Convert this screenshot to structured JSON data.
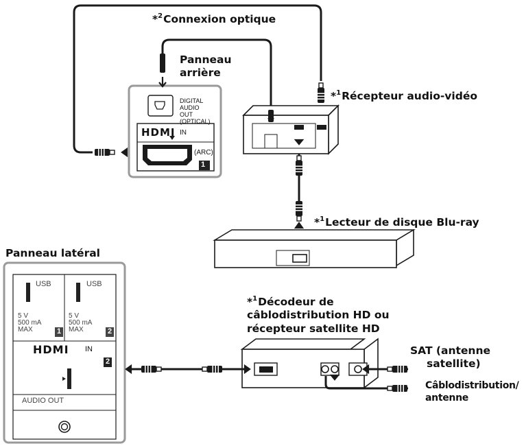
{
  "labels": {
    "optical_star": "*",
    "optical_num": "2",
    "optical_text": "Connexion optique",
    "rear_panel": "Panneau",
    "rear_panel2": "arrière",
    "av_star": "*",
    "av_num": "1",
    "av_text": "Récepteur audio-vidéo",
    "bd_star": "*",
    "bd_num": "1",
    "bd_text": "Lecteur de disque Blu-ray",
    "side_panel": "Panneau latéral",
    "stb_star": "*",
    "stb_num": "1",
    "stb_line1": "Décodeur de",
    "stb_line2": "câblodistribution HD ou",
    "stb_line3": "récepteur satellite HD",
    "sat_line1": "SAT (antenne",
    "sat_line2": "satellite)",
    "cable_line1": "Câblodistribution/",
    "cable_line2": "antenne"
  },
  "rear_ports": {
    "digital_audio": [
      "DIGITAL",
      "AUDIO",
      "OUT",
      "(OPTICAL)"
    ],
    "hdmi_logo": "HDMI",
    "hdmi_in": "IN",
    "arc": "(ARC)",
    "port_number": "1"
  },
  "side_ports": {
    "usb": "USB",
    "power1": "5 V",
    "power2": "500 mA",
    "power3": "MAX",
    "usb1_num": "1",
    "usb2_num": "2",
    "hdmi_logo": "HDMI",
    "hdmi_in": "IN",
    "hdmi_num": "2",
    "audio_out": "AUDIO OUT"
  },
  "colors": {
    "line": "#1a1a1a",
    "panel_border": "#8a8a8a",
    "panel_fill": "#ffffff",
    "badge": "#222222"
  }
}
